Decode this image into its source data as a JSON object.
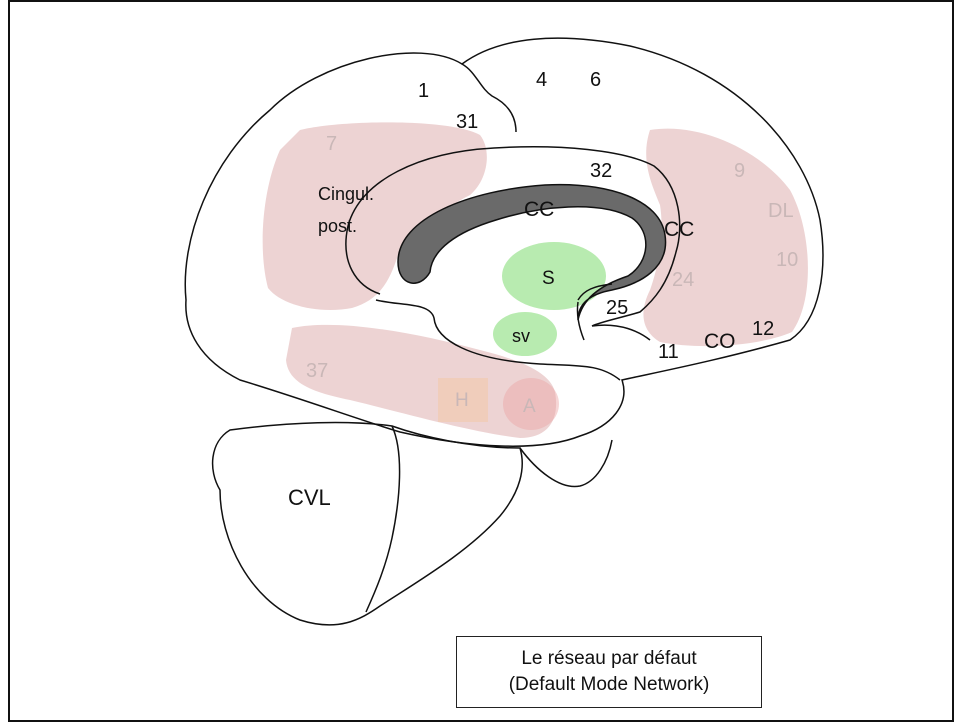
{
  "colors": {
    "dmn_highlight": "#e8c8c8",
    "subcortical_green": "#b8ebb0",
    "corpus_callosum": "#6a6a6a",
    "hippocampus": "#f3c9a8",
    "amygdala": "#eaa5a5"
  },
  "labels": {
    "area_1": "1",
    "area_31": "31",
    "area_4": "4",
    "area_6": "6",
    "area_7": "7",
    "area_32": "32",
    "area_9": "9",
    "area_dl": "DL",
    "area_10": "10",
    "area_24": "24",
    "area_25": "25",
    "area_12": "12",
    "area_11": "11",
    "area_co": "CO",
    "area_37": "37",
    "cingul_line1": "Cingul.",
    "cingul_line2": "post.",
    "cc_top": "CC",
    "cc_front": "CC",
    "striatum": "S",
    "ventral_striatum": "sv",
    "hippocampus": "H",
    "amygdala": "A",
    "cerebellum": "CVL"
  },
  "caption": {
    "line1": "Le réseau par défaut",
    "line2": "(Default Mode Network)"
  }
}
